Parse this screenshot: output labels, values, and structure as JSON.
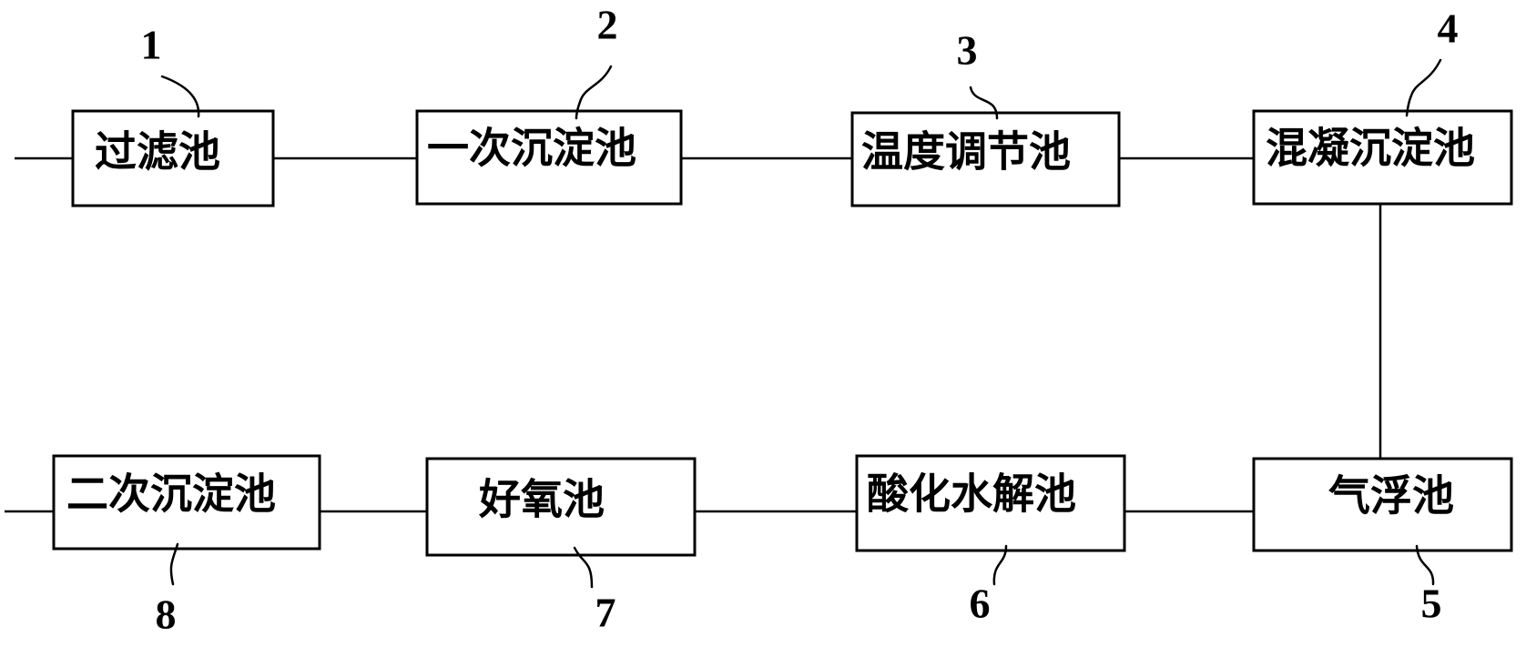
{
  "diagram": {
    "pools": [
      {
        "number": "1",
        "label": "过滤池"
      },
      {
        "number": "2",
        "label": "一次沉淀池"
      },
      {
        "number": "3",
        "label": "温度调节池"
      },
      {
        "number": "4",
        "label": "混凝沉淀池"
      },
      {
        "number": "5",
        "label": "气浮池"
      },
      {
        "number": "6",
        "label": "酸化水解池"
      },
      {
        "number": "7",
        "label": "好氧池"
      },
      {
        "number": "8",
        "label": "二次沉淀池"
      }
    ]
  }
}
